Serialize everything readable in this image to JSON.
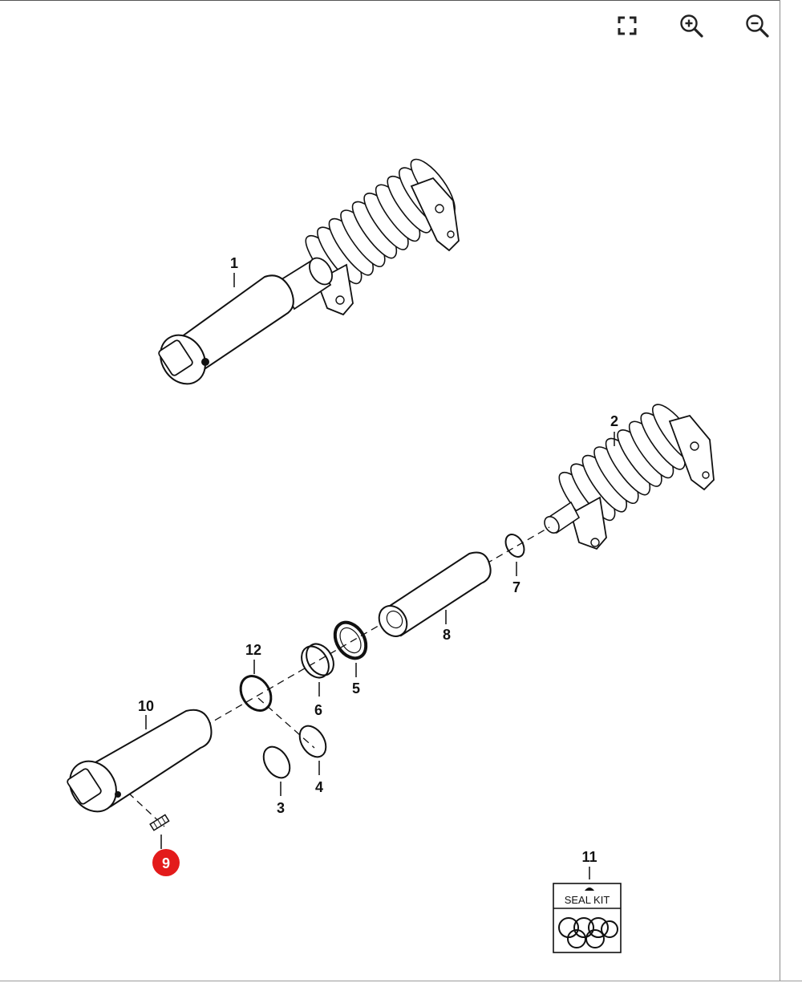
{
  "toolbar": {
    "fullscreen_icon": "fullscreen-icon",
    "zoom_in_icon": "zoom-in-icon",
    "zoom_out_icon": "zoom-out-icon"
  },
  "callouts": {
    "c1": "1",
    "c2": "2",
    "c3": "3",
    "c4": "4",
    "c5": "5",
    "c6": "6",
    "c7": "7",
    "c8": "8",
    "c9": "9",
    "c10": "10",
    "c11": "11",
    "c12": "12"
  },
  "seal_kit": {
    "label": "SEAL KIT"
  },
  "colors": {
    "highlight": "#e31b1b",
    "line": "#111111"
  }
}
